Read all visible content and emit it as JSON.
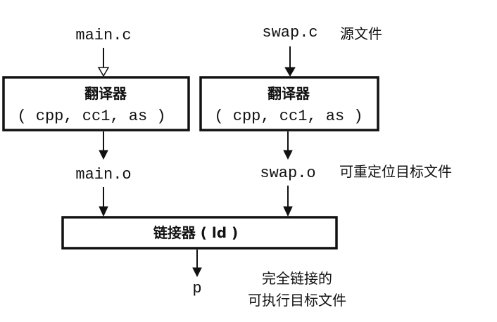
{
  "diagram": {
    "inputs": {
      "main_c": "main.c",
      "swap_c": "swap.c",
      "source_label": "源文件"
    },
    "translators": [
      {
        "title": "翻译器",
        "tools": "( cpp, cc1, as )"
      },
      {
        "title": "翻译器",
        "tools": "( cpp, cc1, as )"
      }
    ],
    "objects": {
      "main_o": "main.o",
      "swap_o": "swap.o",
      "relocatable_label": "可重定位目标文件"
    },
    "linker": {
      "label": "链接器 ( ld )"
    },
    "output": {
      "file": "p",
      "label_line1": "完全链接的",
      "label_line2": "可执行目标文件"
    },
    "colors": {
      "ink": "#111111",
      "background": "#ffffff"
    }
  }
}
